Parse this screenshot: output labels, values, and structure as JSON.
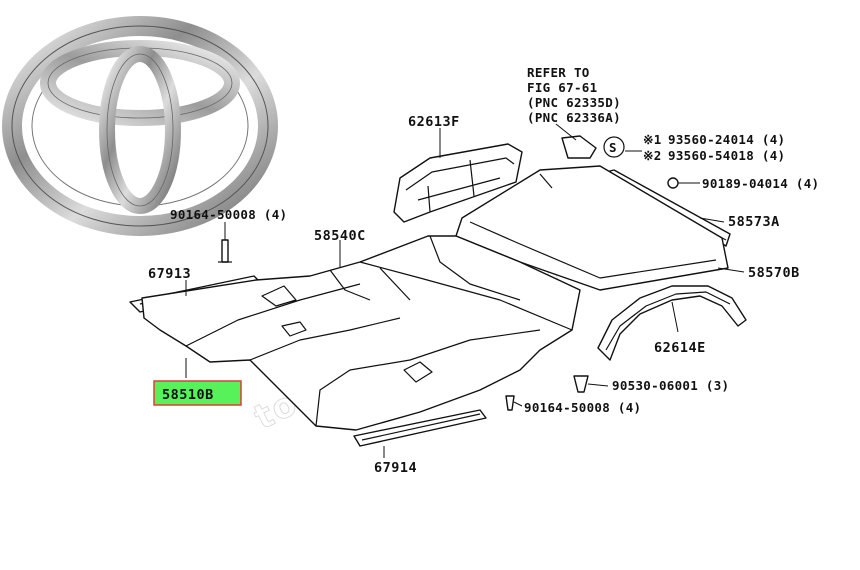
{
  "watermark": "toyotapartsdeal.com",
  "refer": {
    "line1": "REFER TO",
    "line2": "FIG 67-61",
    "line3": "(PNC 62335D)",
    "line4": "(PNC 62336A)"
  },
  "labels": {
    "p62613F": "62613F",
    "p90164_top": "90164-50008 (4)",
    "p58540C": "58540C",
    "p67913": "67913",
    "p58510B": "58510B",
    "p67914": "67914",
    "p93560_1_mark": "※1",
    "p93560_1": "93560-24014 (4)",
    "p93560_2_mark": "※2",
    "p93560_2": "93560-54018 (4)",
    "s_symbol": "S",
    "p90189": "90189-04014 (4)",
    "p58573A": "58573A",
    "p58570B": "58570B",
    "p62614E": "62614E",
    "p90530": "90530-06001 (3)",
    "p90164_bottom": "90164-50008 (4)"
  },
  "colors": {
    "highlight_fill": "#57f25a",
    "highlight_border": "#e23a3a",
    "logo_silver": "#9a9a9a"
  }
}
